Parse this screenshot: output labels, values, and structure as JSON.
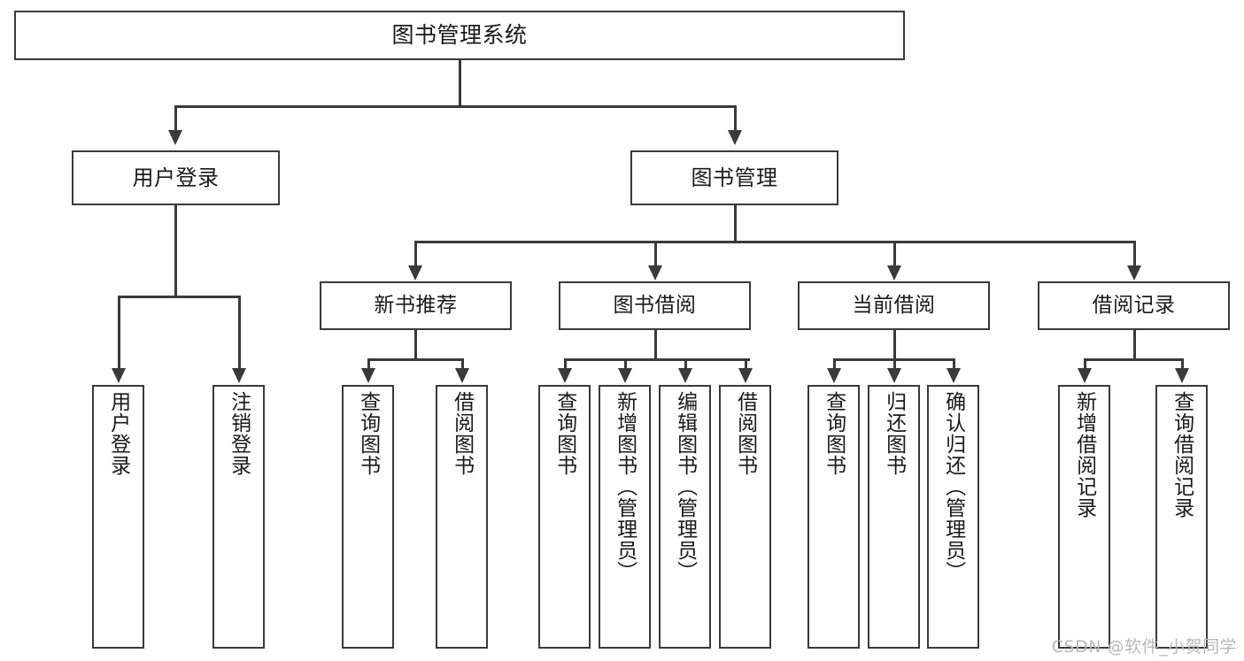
{
  "diagram": {
    "title": "图书管理系统",
    "type": "tree-hierarchy",
    "watermark": "CSDN @软件_小贺同学",
    "root": {
      "label": "图书管理系统"
    },
    "level2": [
      {
        "label": "用户登录"
      },
      {
        "label": "图书管理"
      }
    ],
    "level3": [
      {
        "label": "新书推荐"
      },
      {
        "label": "图书借阅"
      },
      {
        "label": "当前借阅"
      },
      {
        "label": "借阅记录"
      }
    ],
    "leaves": {
      "user_login": [
        {
          "label": "用户登录"
        },
        {
          "label": "注销登录"
        }
      ],
      "new_book_recommend": [
        {
          "label": "查询图书"
        },
        {
          "label": "借阅图书"
        }
      ],
      "book_borrow": [
        {
          "label": "查询图书"
        },
        {
          "label": "新增图书（管理员）"
        },
        {
          "label": "编辑图书（管理员）"
        },
        {
          "label": "借阅图书"
        }
      ],
      "current_borrow": [
        {
          "label": "查询图书"
        },
        {
          "label": "归还图书"
        },
        {
          "label": "确认归还（管理员）"
        }
      ],
      "borrow_record": [
        {
          "label": "新增借阅记录"
        },
        {
          "label": "查询借阅记录"
        }
      ]
    },
    "colors": {
      "stroke": "#3a3a3a",
      "fill": "#ffffff",
      "text": "#1a1a1a",
      "watermark": "#b9b9b9"
    }
  }
}
